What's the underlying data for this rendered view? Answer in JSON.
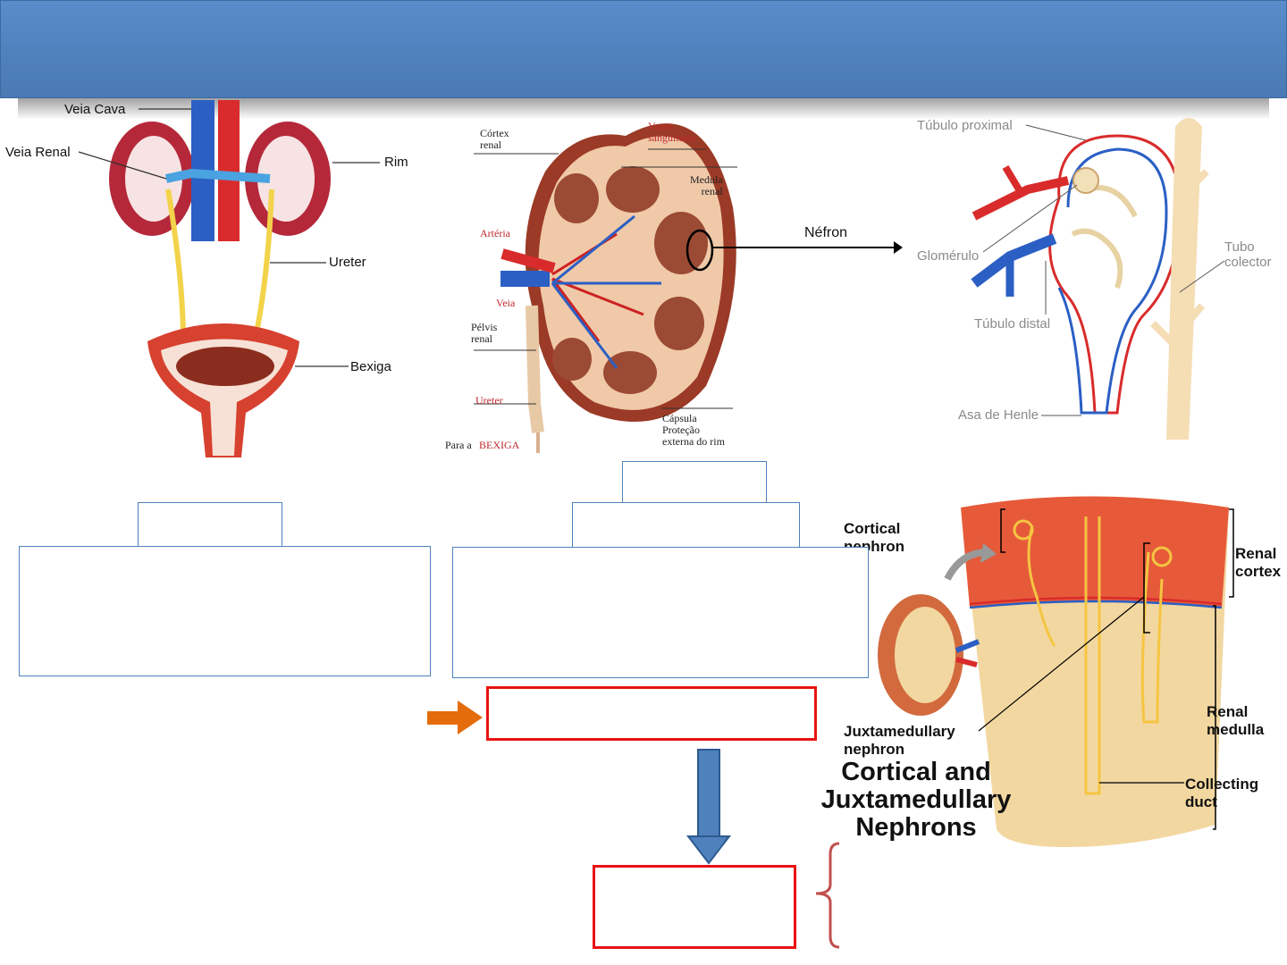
{
  "urinary": {
    "veia_cava": "Veia Cava",
    "veia_renal": "Veia Renal",
    "rim": "Rim",
    "ureter": "Ureter",
    "bexiga": "Bexiga"
  },
  "kidney": {
    "cortex": "Córtex\nrenal",
    "vasos": "Vasos\nsanguíneos",
    "medula": "Medula\nrenal",
    "arteria": "Artéria",
    "veia": "Veia",
    "pelvis": "Pélvis\nrenal",
    "ureter": "Ureter",
    "capsula": "Cápsula\nProteção\nexterna do rim",
    "para_a": "Para a",
    "bexiga": "BEXIGA",
    "nefron": "Néfron"
  },
  "nephron": {
    "tubulo_proximal": "Túbulo proximal",
    "glomerulo": "Glomérulo",
    "tubulo_distal": "Túbulo distal",
    "asa_henle": "Asa de Henle",
    "tubo_colector": "Tubo\ncolector"
  },
  "cortical": {
    "cortical_nephron": "Cortical\nnephron",
    "renal_cortex": "Renal\ncortex",
    "juxta_nephron": "Juxtamedullary\nnephron",
    "renal_medulla": "Renal\nmedulla",
    "collecting_duct": "Collecting\nduct",
    "caption": "Cortical and\nJuxtamedullary\nNephrons"
  },
  "colors": {
    "banner": "#4f81bd",
    "box_border_blue": "#4f81bd",
    "box_border_red": "#e81212",
    "arrow_orange": "#e46c0a",
    "arrow_blue": "#4f81bd",
    "brace": "#c0504d"
  }
}
